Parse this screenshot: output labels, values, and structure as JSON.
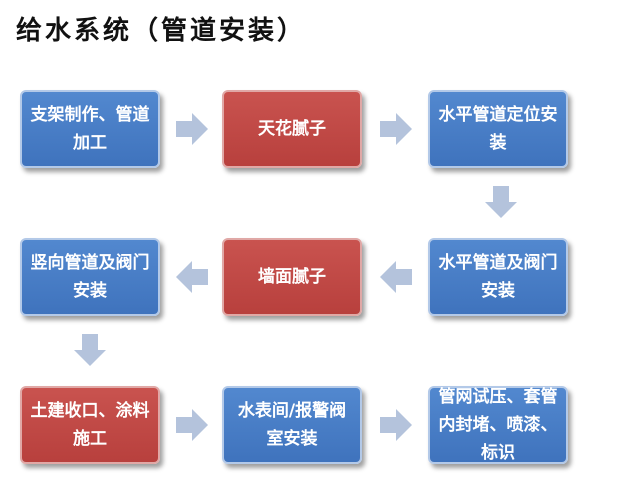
{
  "title": "给水系统（管道安装）",
  "colors": {
    "blue_box": "#4a7ec6",
    "red_box": "#bf4a46",
    "arrow": "#b4c3dc"
  },
  "nodes": [
    {
      "id": "n1",
      "label": "支架制作、管道加工",
      "color": "blue"
    },
    {
      "id": "n2",
      "label": "天花腻子",
      "color": "red"
    },
    {
      "id": "n3",
      "label": "水平管道定位安装",
      "color": "blue"
    },
    {
      "id": "n4",
      "label": "水平管道及阀门安装",
      "color": "blue"
    },
    {
      "id": "n5",
      "label": "墙面腻子",
      "color": "red"
    },
    {
      "id": "n6",
      "label": "竖向管道及阀门安装",
      "color": "blue"
    },
    {
      "id": "n7",
      "label": "土建收口、涂料施工",
      "color": "red"
    },
    {
      "id": "n8",
      "label": "水表间/报警阀室安装",
      "color": "blue"
    },
    {
      "id": "n9",
      "label": "管网试压、套管内封堵、喷漆、标识",
      "color": "blue"
    }
  ],
  "edges": [
    {
      "from": "n1",
      "to": "n2",
      "direction": "right"
    },
    {
      "from": "n2",
      "to": "n3",
      "direction": "right"
    },
    {
      "from": "n3",
      "to": "n4",
      "direction": "down"
    },
    {
      "from": "n4",
      "to": "n5",
      "direction": "left"
    },
    {
      "from": "n5",
      "to": "n6",
      "direction": "left"
    },
    {
      "from": "n6",
      "to": "n7",
      "direction": "down"
    },
    {
      "from": "n7",
      "to": "n8",
      "direction": "right"
    },
    {
      "from": "n8",
      "to": "n9",
      "direction": "right"
    }
  ]
}
